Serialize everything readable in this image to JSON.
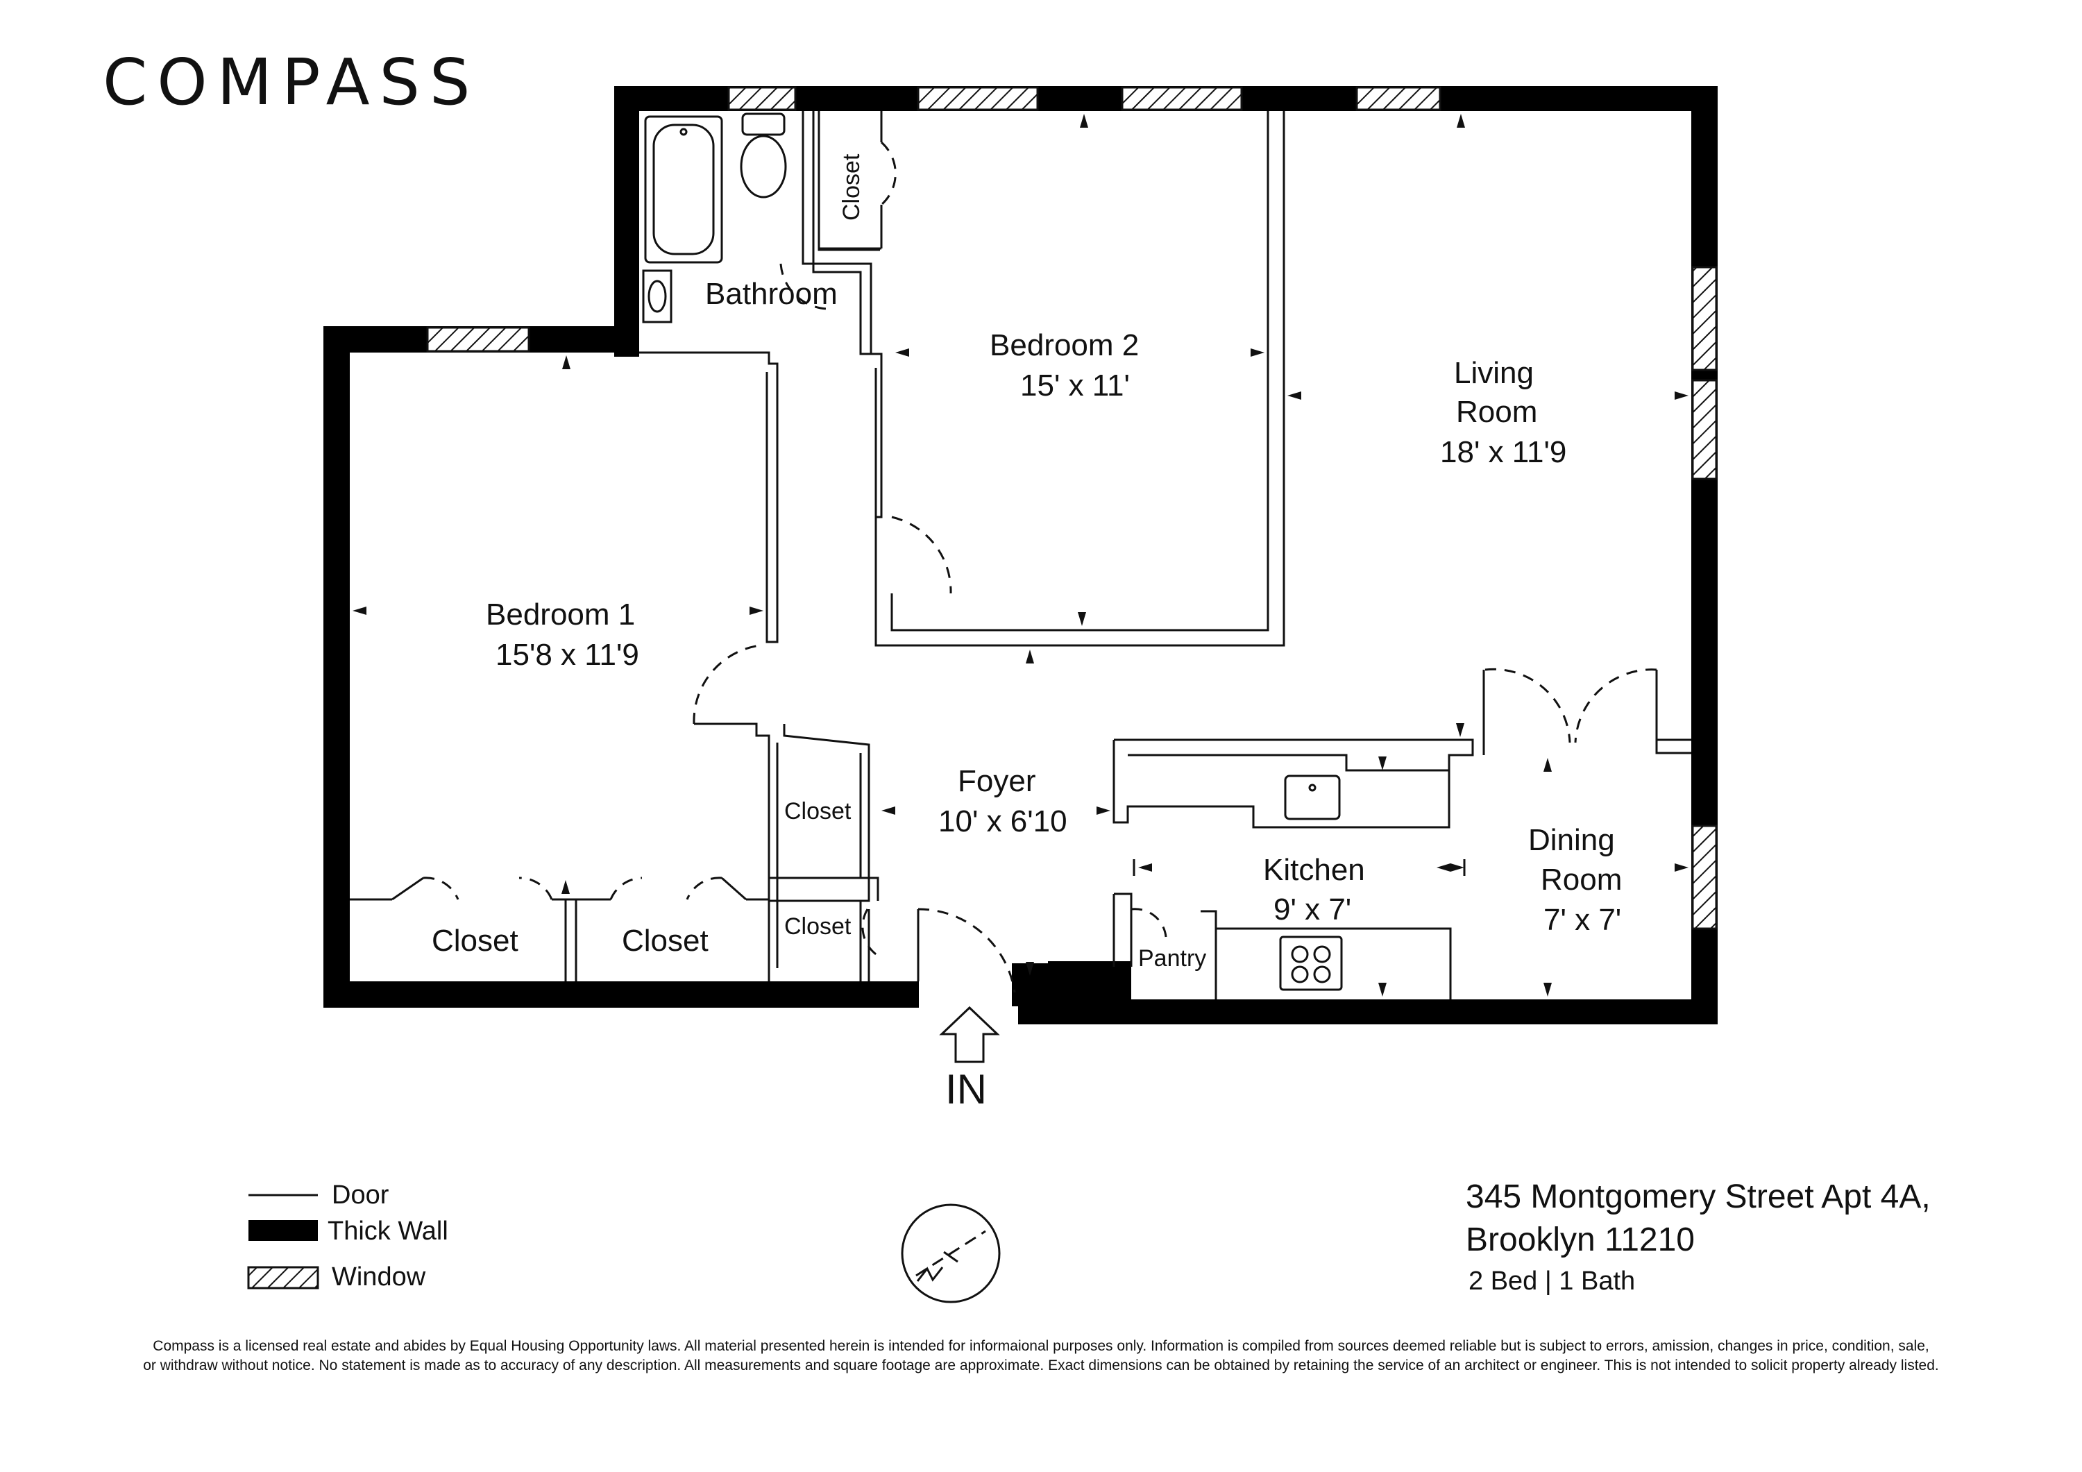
{
  "brand": {
    "logo_text": "COMPASS"
  },
  "rooms": {
    "bathroom": {
      "name": "Bathroom"
    },
    "bedroom2": {
      "name": "Bedroom 2",
      "size": "15' x 11'"
    },
    "living": {
      "name_line1": "Living",
      "name_line2": "Room",
      "size": "18' x 11'9"
    },
    "bedroom1": {
      "name": "Bedroom 1",
      "size": "15'8 x 11'9"
    },
    "foyer": {
      "name": "Foyer",
      "size": "10' x 6'10"
    },
    "kitchen": {
      "name": "Kitchen",
      "size": "9' x 7'"
    },
    "dining": {
      "name_line1": "Dining",
      "name_line2": "Room",
      "size": "7' x 7'"
    },
    "pantry": {
      "name": "Pantry"
    },
    "closet_label": "Closet"
  },
  "entry_label": "IN",
  "legend": {
    "door": "Door",
    "thick_wall": "Thick Wall",
    "window": "Window"
  },
  "listing": {
    "address_line1": "345 Montgomery Street Apt 4A,",
    "address_line2": "Brooklyn 11210",
    "beds_baths": "2 Bed | 1 Bath"
  },
  "disclaimer": {
    "line1": "Compass is a licensed real estate and abides by Equal Housing Opportunity laws. All material presented herein is intended for informaional purposes only. Information is compiled from sources deemed reliable but is subject to errors, amission, changes in price, condition, sale,",
    "line2": "or withdraw without notice. No statement is made as to accuracy of any description. All measurements and square footage are approximate. Exact dimensions can be obtained by retaining the service of an architect or engineer. This is not intended to solicit property already listed."
  },
  "colors": {
    "wall": "#000000",
    "line": "#111111",
    "background": "#ffffff"
  }
}
